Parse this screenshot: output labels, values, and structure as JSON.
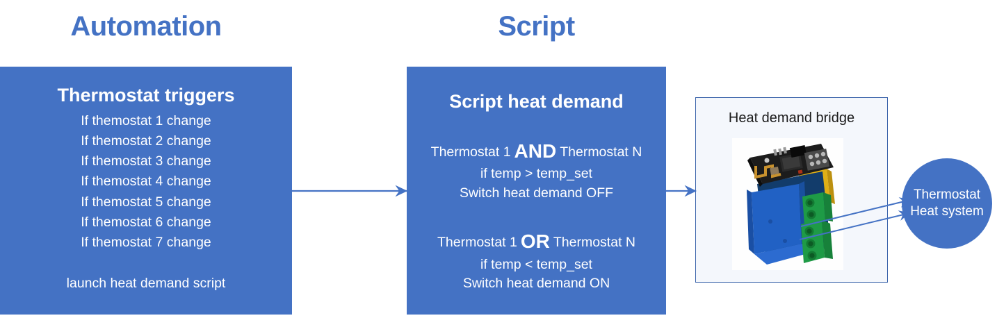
{
  "headings": {
    "automation": "Automation",
    "script": "Script"
  },
  "automation_box": {
    "heading": "Thermostat triggers",
    "triggers": [
      "If themostat 1 change",
      "If themostat 2 change",
      "If themostat 3 change",
      "If themostat 4 change",
      "If themostat 5 change",
      "If themostat 6 change",
      "If themostat 7 change"
    ],
    "action": "launch heat demand script"
  },
  "script_box": {
    "heading": "Script heat demand",
    "clauses": [
      {
        "left_operand": "Thermostat 1",
        "operator": "AND",
        "right_operand": "Thermostat N",
        "condition": "if temp > temp_set",
        "action": "Switch heat demand OFF"
      },
      {
        "left_operand": "Thermostat 1",
        "operator": "OR",
        "right_operand": "Thermostat N",
        "condition": "if temp < temp_set",
        "action": "Switch heat demand ON"
      }
    ]
  },
  "bridge_panel": {
    "label": "Heat demand bridge",
    "photo_alt": "esp8266-relay-module-photo"
  },
  "heat_system": {
    "line1": "Thermostat",
    "line2": "Heat system"
  },
  "connectors": {
    "automation_to_script": "arrow-automation-to-script",
    "script_to_bridge": "arrow-script-to-bridge",
    "bridge_to_heat_system_upper": "arrow-bridge-to-heat-system-upper",
    "bridge_to_heat_system_lower": "arrow-bridge-to-heat-system-lower"
  },
  "colors": {
    "accent_blue": "#4472C4",
    "connector_blue": "#4472C4",
    "panel_border": "#3C64AB",
    "panel_background": "#F4F7FC",
    "box_text": "#FFFFFF"
  }
}
